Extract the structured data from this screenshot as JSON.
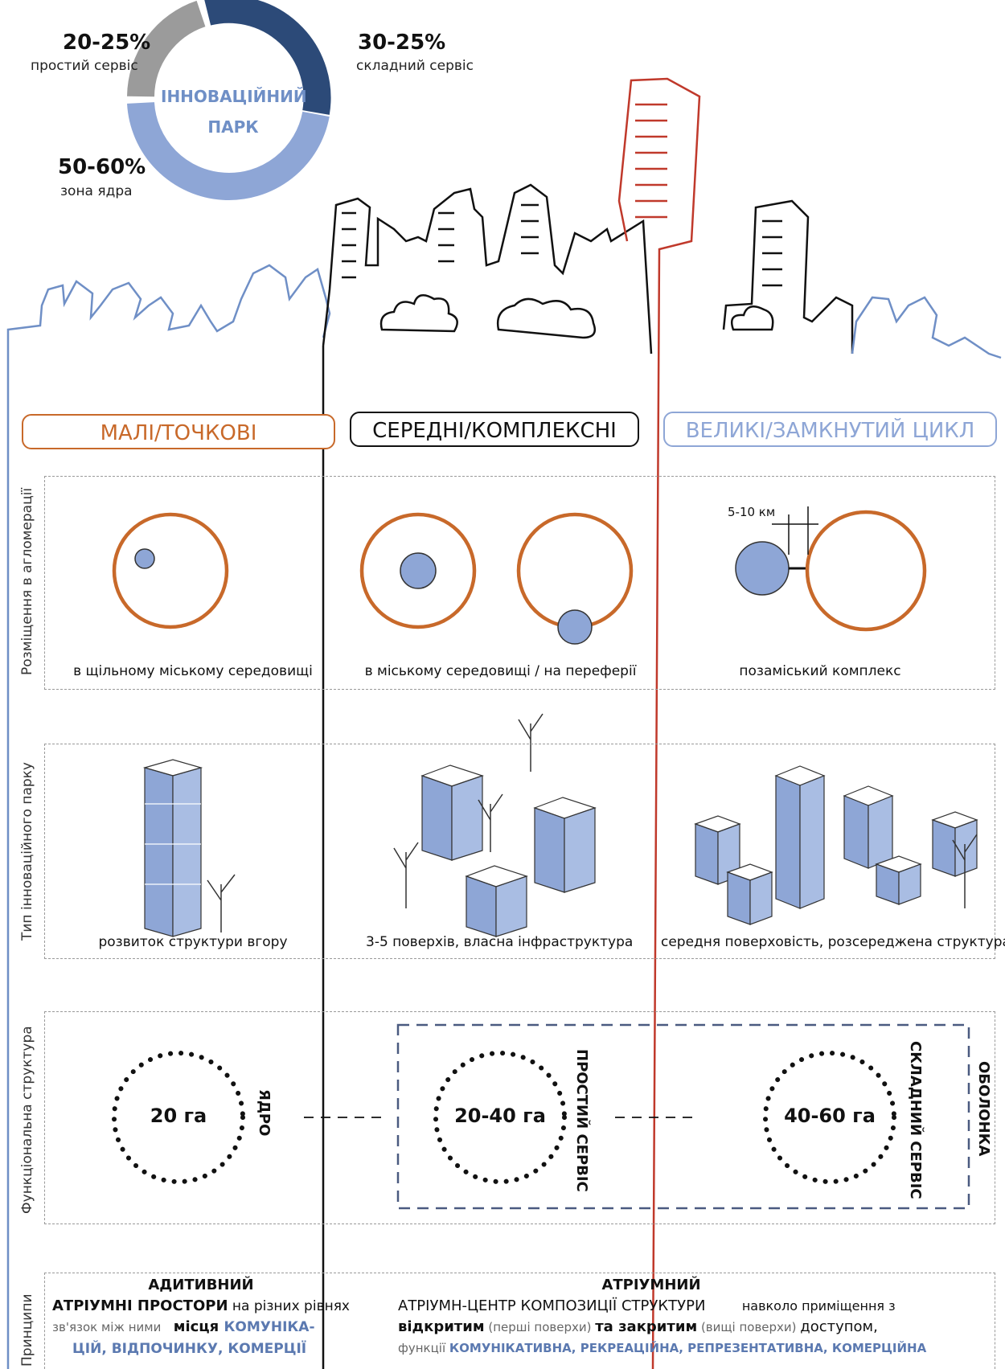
{
  "donut": {
    "center_line1": "ІННОВАЦІЙНИЙ",
    "center_line2": "ПАРК",
    "segments": [
      {
        "pct": "20-25%",
        "caption": "простий сервіс",
        "color": "#9b9b9b"
      },
      {
        "pct": "30-25%",
        "caption": "складний сервіс",
        "color": "#2c4a78"
      },
      {
        "pct": "50-60%",
        "caption": "зона ядра",
        "color": "#8ea6d6"
      }
    ]
  },
  "tiers": {
    "small": "МАЛІ/ТОЧКОВІ",
    "medium": "СЕРЕДНІ/КОМПЛЕКСНІ",
    "large": "ВЕЛИКІ/ЗАМКНУТИЙ ЦИКЛ"
  },
  "colors": {
    "small": "#c8692a",
    "medium": "#111111",
    "large": "#8ea6d6",
    "red_line": "#c0392b",
    "core": "#8ea6d6"
  },
  "rows": {
    "placement": {
      "label": "Розміщення в агломерації",
      "small_caption": "в щільному міському середовищі",
      "medium_caption": "в міському середовищі / на переферії",
      "large_caption": "позаміський комплекс",
      "distance": "5-10 км"
    },
    "park_type": {
      "label": "Тип інноваційного парку",
      "small_caption": "розвиток структури вгору",
      "medium_caption": "3-5 поверхів, власна інфраструктура",
      "large_caption": "середня поверховість, розсереджена структура"
    },
    "function": {
      "label": "Функціональна структура",
      "small_area": "20 га",
      "medium_area": "20-40 га",
      "large_area": "40-60 га",
      "core": "ЯДРО",
      "simple": "ПРОСТИЙ СЕРВІС",
      "complex": "СКЛАДНИЙ СЕРВІС",
      "shell": "ОБОЛОНКА"
    },
    "principles": {
      "label": "Принципи",
      "left_head": "АДИТИВНИЙ",
      "left_l1a": "АТРІУМНІ ПРОСТОРИ",
      "left_l1b": " на різних рівнях",
      "left_l2a": "зв'язок між ними",
      "left_l2b": "місця ",
      "left_l2c": "КОМУНІКА-",
      "left_l3": "ЦІЙ, ВІДПОЧИНКУ, КОМЕРЦІЇ",
      "right_head": "АТРІУМНИЙ",
      "right_l1a": "АТРІУМН-ЦЕНТР КОМПОЗИЦІЇ СТРУКТУРИ",
      "right_l1b": "навколо приміщення з",
      "right_l2a": "відкритим",
      "right_l2b": " (перші поверхи) ",
      "right_l2c": "та закритим",
      "right_l2d": " (вищі поверхи) ",
      "right_l2e": "доступом,",
      "right_l3a": "функції ",
      "right_l3b": "КОМУНІКАТИВНА, РЕКРЕАЦІЙНА, РЕПРЕЗЕНТАТИВНА, КОМЕРЦІЙНА"
    }
  }
}
